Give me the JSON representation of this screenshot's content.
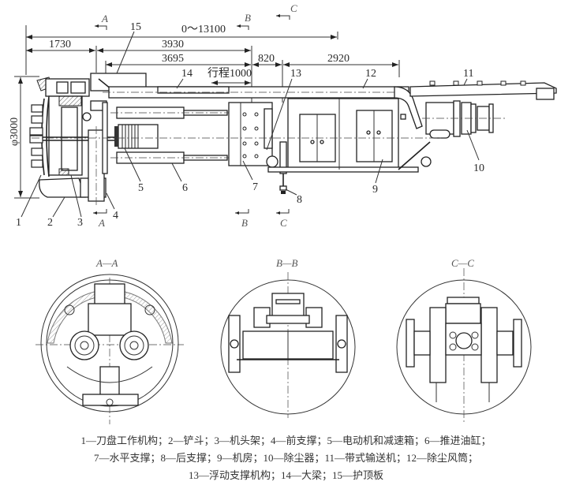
{
  "dimensions": {
    "total": "0～13100",
    "d1730": "1730",
    "d3930": "3930",
    "d3695": "3695",
    "d820": "820",
    "d2920": "2920",
    "stroke": "行程1000",
    "diameter": "φ3000"
  },
  "section_marks": {
    "a_top": "A",
    "a_bottom": "A",
    "b_top": "B",
    "b_bottom": "B",
    "c_top": "C",
    "c_bottom": "C"
  },
  "part_numbers": [
    "1",
    "2",
    "3",
    "4",
    "5",
    "6",
    "7",
    "8",
    "9",
    "10",
    "11",
    "12",
    "13",
    "14",
    "15"
  ],
  "section_views": {
    "aa": "A—A",
    "bb": "B—B",
    "cc": "C—C"
  },
  "legend": {
    "line1": "1—刀盘工作机构；2—铲斗；3—机头架；4—前支撑；5—电动机和减速箱；6—推进油缸；",
    "line2": "7—水平支撑；8—后支撑；9—机房；10—除尘器；11—带式输送机；12—除尘风筒；",
    "line3": "13—浮动支撑机构；14—大梁；15—护顶板"
  }
}
